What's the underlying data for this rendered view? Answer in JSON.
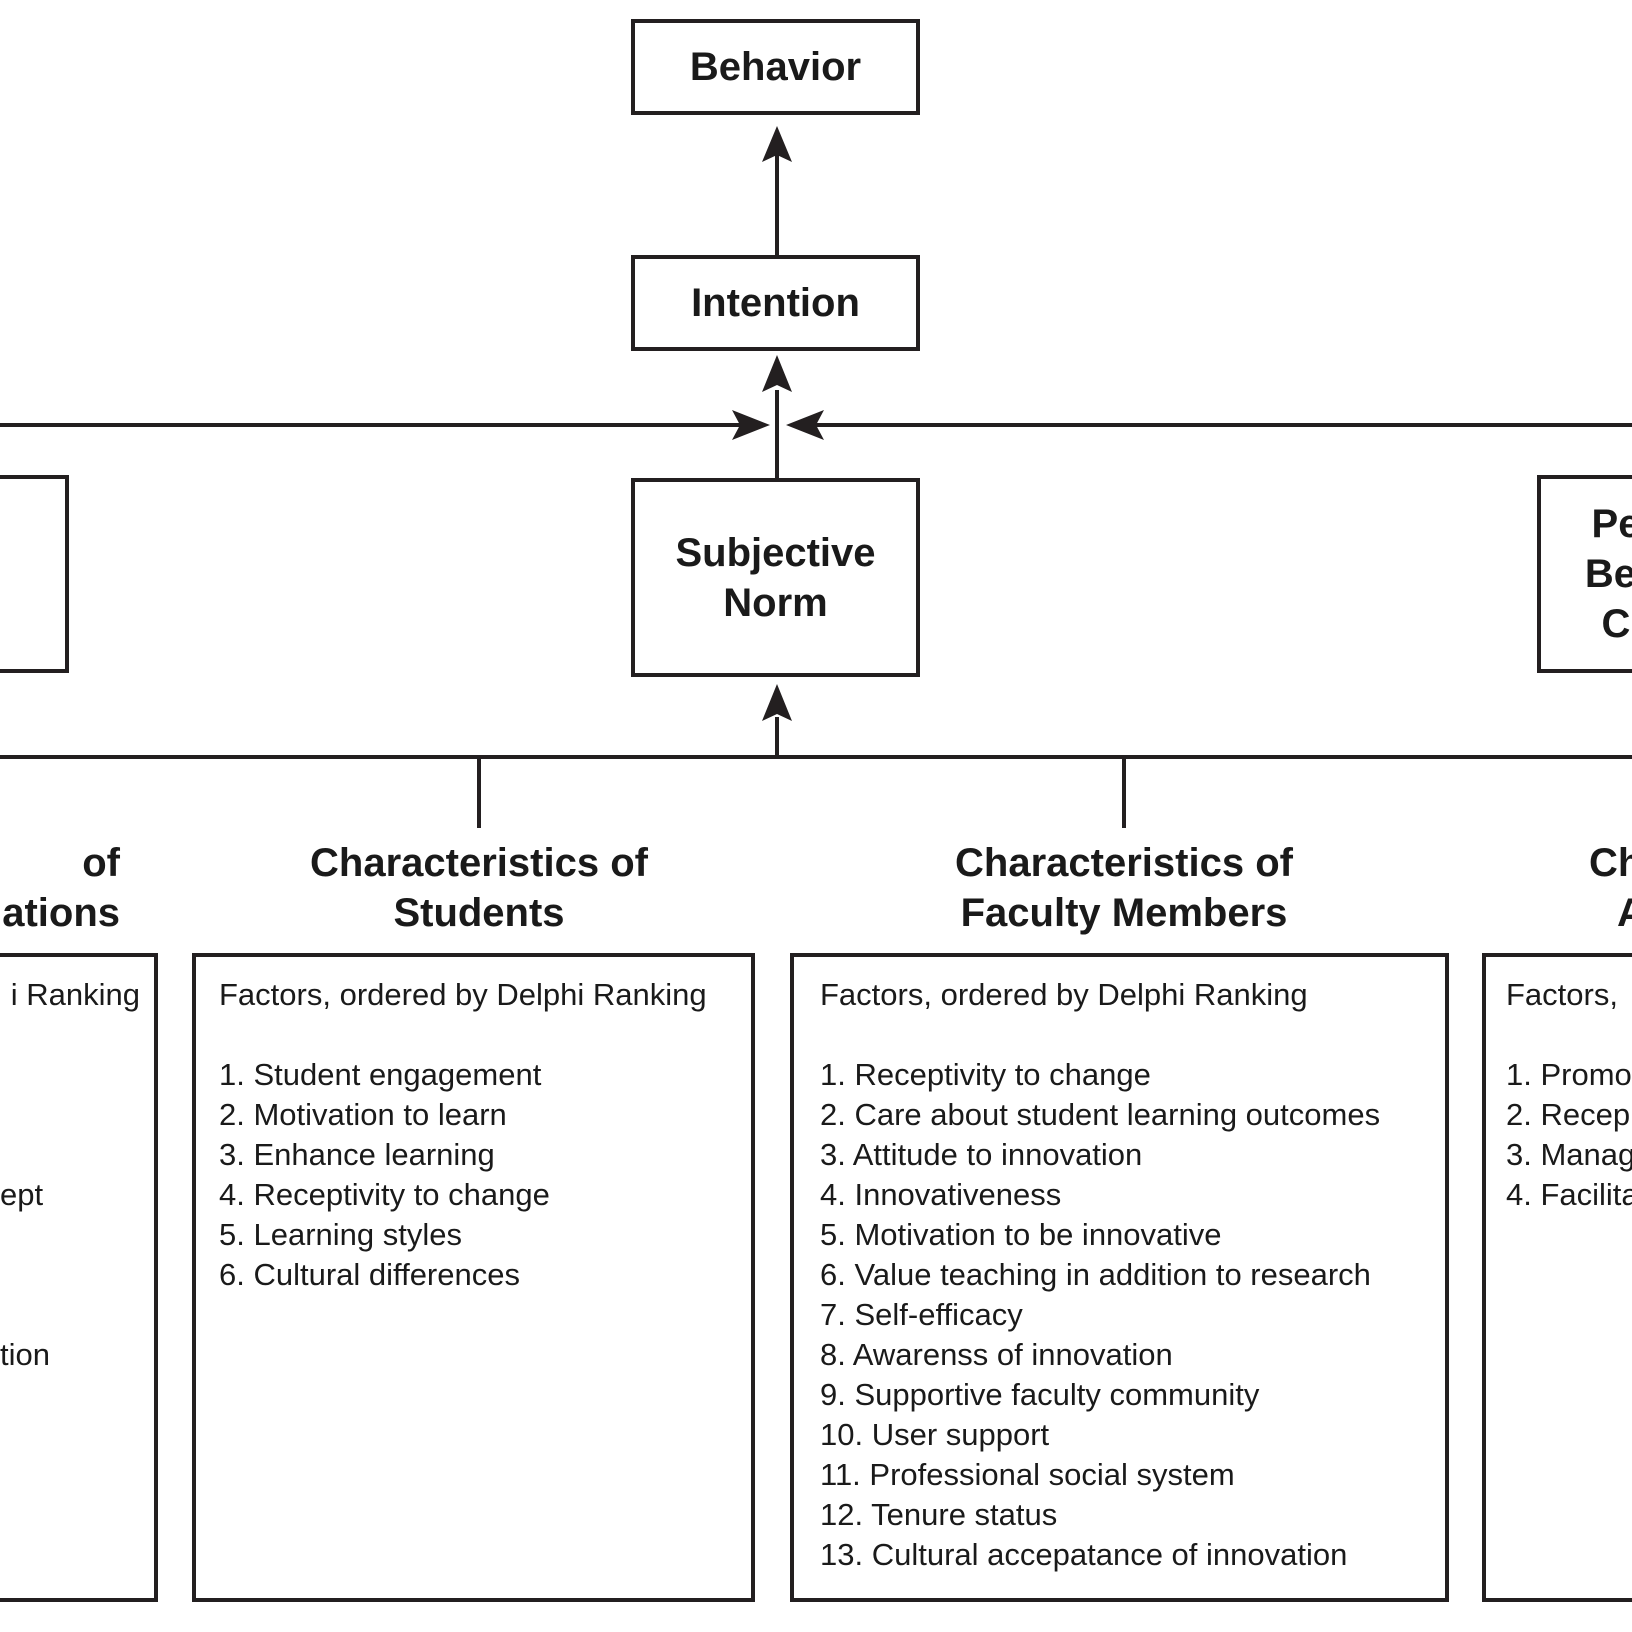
{
  "nodes": {
    "behavior": "Behavior",
    "intention": "Intention",
    "subjective_norm": [
      "Subjective",
      "Norm"
    ],
    "right_partial": [
      "Pe",
      "Bel",
      "C"
    ]
  },
  "groups": {
    "left_partial": {
      "heading": [
        " of",
        "ations"
      ],
      "items_partial": [
        "i Ranking",
        "ept",
        "tion"
      ]
    },
    "students": {
      "heading": [
        "Characteristics of",
        "Students"
      ],
      "factors_title": "Factors, ordered by Delphi Ranking",
      "factors": [
        "1. Student engagement",
        "2. Motivation to learn",
        "3. Enhance learning",
        "4. Receptivity to change",
        "5. Learning styles",
        "6. Cultural differences"
      ]
    },
    "faculty": {
      "heading": [
        "Characteristics of",
        "Faculty Members"
      ],
      "factors_title": "Factors, ordered by Delphi Ranking",
      "factors": [
        "1. Receptivity to change",
        "2. Care about student learning outcomes",
        "3. Attitude to innovation",
        "4. Innovativeness",
        "5. Motivation to be innovative",
        "6. Value teaching in addition to research",
        "7. Self-efficacy",
        "8. Awarenss of innovation",
        "9. Supportive faculty community",
        "10. User support",
        "11. Professional social system",
        "12. Tenure status",
        "13. Cultural accepatance of innovation"
      ]
    },
    "right_partial": {
      "heading": [
        "Ch",
        "A"
      ],
      "factors_title": "Factors,",
      "factors": [
        "1. Promo",
        "2. Recep",
        "3. Manag",
        "4. Facilita"
      ]
    }
  }
}
